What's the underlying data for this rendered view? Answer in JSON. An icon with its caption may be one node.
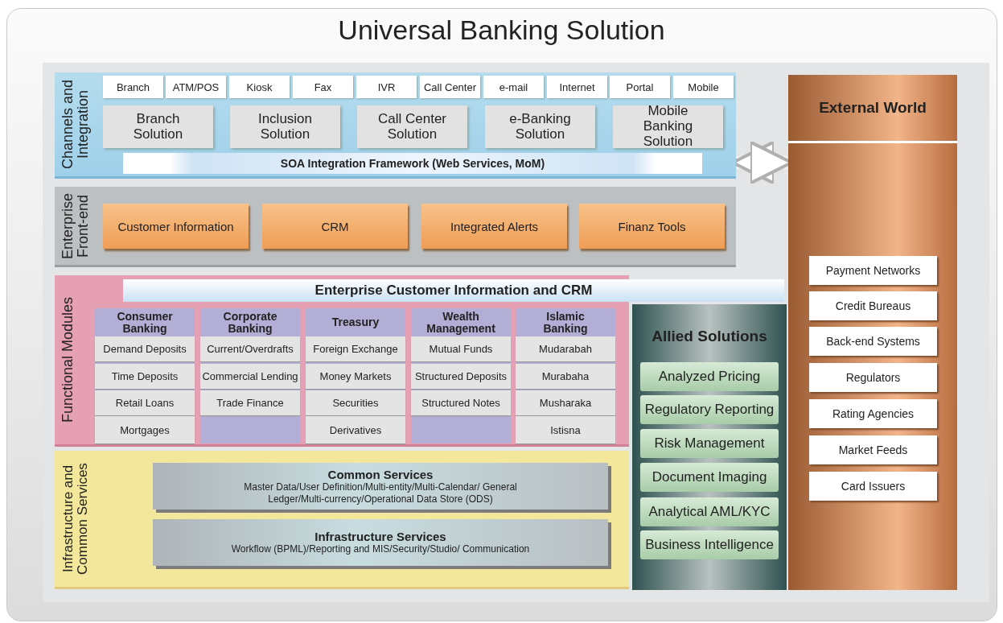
{
  "diagram": {
    "title": "Universal Banking Solution",
    "nodes": [
      {
        "text": [
          "Channels and Integration"
        ]
      },
      {
        "text": [
          "Branch"
        ],
        "in": 0
      },
      {
        "text": [
          "ATM/POS"
        ],
        "in": 0
      },
      {
        "text": [
          "Kiosk"
        ],
        "in": 0
      },
      {
        "text": [
          "Fax"
        ],
        "in": 0
      },
      {
        "text": [
          "IVR"
        ],
        "in": 0
      },
      {
        "text": [
          "Call Center"
        ],
        "in": 0
      },
      {
        "text": [
          "e-mail"
        ],
        "in": 0
      },
      {
        "text": [
          "Internet"
        ],
        "in": 0
      },
      {
        "text": [
          "Portal"
        ],
        "in": 0
      },
      {
        "text": [
          "Mobile"
        ],
        "in": 0
      },
      {
        "text": [
          "Branch Solution"
        ],
        "in": 0
      },
      {
        "text": [
          "Inclusion Solution"
        ],
        "in": 0
      },
      {
        "text": [
          "Call Center Solution"
        ],
        "in": 0
      },
      {
        "text": [
          "e-Banking Solution"
        ],
        "in": 0
      },
      {
        "text": [
          "Mobile Banking Solution"
        ],
        "in": 0
      },
      {
        "text": [
          "SOA Integration Framework (Web Services, MoM)"
        ],
        "in": 0
      },
      {
        "text": [
          "Enterprise Front-end"
        ]
      },
      {
        "text": [
          "Customer Information"
        ],
        "in": 17
      },
      {
        "text": [
          "CRM"
        ],
        "in": 17
      },
      {
        "text": [
          "Integrated Alerts"
        ],
        "in": 17
      },
      {
        "text": [
          "Finanz Tools"
        ],
        "in": 17
      },
      {
        "text": [
          "Functional Modules"
        ]
      },
      {
        "text": [
          "Enterprise Customer Information and CRM"
        ]
      },
      {
        "text": [
          "Consumer Banking"
        ],
        "in": 22
      },
      {
        "text": [
          "Demand Deposits"
        ],
        "in": 24
      },
      {
        "text": [
          "Time Deposits"
        ],
        "in": 24
      },
      {
        "text": [
          "Retail Loans"
        ],
        "in": 24
      },
      {
        "text": [
          "Mortgages"
        ],
        "in": 24
      },
      {
        "text": [
          "Corporate Banking"
        ],
        "in": 22
      },
      {
        "text": [
          "Current/Overdrafts"
        ],
        "in": 29
      },
      {
        "text": [
          "Commercial Lending"
        ],
        "in": 29
      },
      {
        "text": [
          "Trade Finance"
        ],
        "in": 29
      },
      {
        "text": [
          "Treasury"
        ],
        "in": 22
      },
      {
        "text": [
          "Foreign Exchange"
        ],
        "in": 33
      },
      {
        "text": [
          "Money Markets"
        ],
        "in": 33
      },
      {
        "text": [
          "Securities"
        ],
        "in": 33
      },
      {
        "text": [
          "Derivatives"
        ],
        "in": 33
      },
      {
        "text": [
          "Wealth Management"
        ],
        "in": 22
      },
      {
        "text": [
          "Mutual Funds"
        ],
        "in": 38
      },
      {
        "text": [
          "Structured Deposits"
        ],
        "in": 38
      },
      {
        "text": [
          "Structured Notes"
        ],
        "in": 38
      },
      {
        "text": [
          "Islamic Banking"
        ],
        "in": 22
      },
      {
        "text": [
          "Mudarabah"
        ],
        "in": 42
      },
      {
        "text": [
          "Murabaha"
        ],
        "in": 42
      },
      {
        "text": [
          "Musharaka"
        ],
        "in": 42
      },
      {
        "text": [
          "Istisna"
        ],
        "in": 42
      },
      {
        "text": [
          "Infrastructure and Common Services"
        ]
      },
      {
        "text": [
          "Common Services",
          "Master Data/User Definition/Multi-entity/Multi-Calendar/ General Ledger/Multi-currency/Operational Data Store (ODS)"
        ],
        "in": 47
      },
      {
        "text": [
          "Infrastructure Services",
          "Workflow (BPML)/Reporting and MIS/Security/Studio/ Communication"
        ],
        "in": 47
      },
      {
        "text": [
          "Allied Solutions"
        ]
      },
      {
        "text": [
          "Analyzed Pricing"
        ],
        "in": 50
      },
      {
        "text": [
          "Regulatory Reporting"
        ],
        "in": 50
      },
      {
        "text": [
          "Risk Management"
        ],
        "in": 50
      },
      {
        "text": [
          "Document Imaging"
        ],
        "in": 50
      },
      {
        "text": [
          "Analytical AML/KYC"
        ],
        "in": 50
      },
      {
        "text": [
          "Business Intelligence"
        ],
        "in": 50
      },
      {
        "text": [
          "External World"
        ]
      },
      {
        "text": [
          "Payment Networks"
        ],
        "in": 57
      },
      {
        "text": [
          "Credit Bureaus"
        ],
        "in": 57
      },
      {
        "text": [
          "Back-end Systems"
        ],
        "in": 57
      },
      {
        "text": [
          "Regulators"
        ],
        "in": 57
      },
      {
        "text": [
          "Rating Agencies"
        ],
        "in": 57
      },
      {
        "text": [
          "Market Feeds"
        ],
        "in": 57
      },
      {
        "text": [
          "Card Issuers"
        ],
        "in": 57
      }
    ],
    "edges": [
      {
        "from": 0,
        "to": 57,
        "arrow": "both"
      }
    ]
  }
}
